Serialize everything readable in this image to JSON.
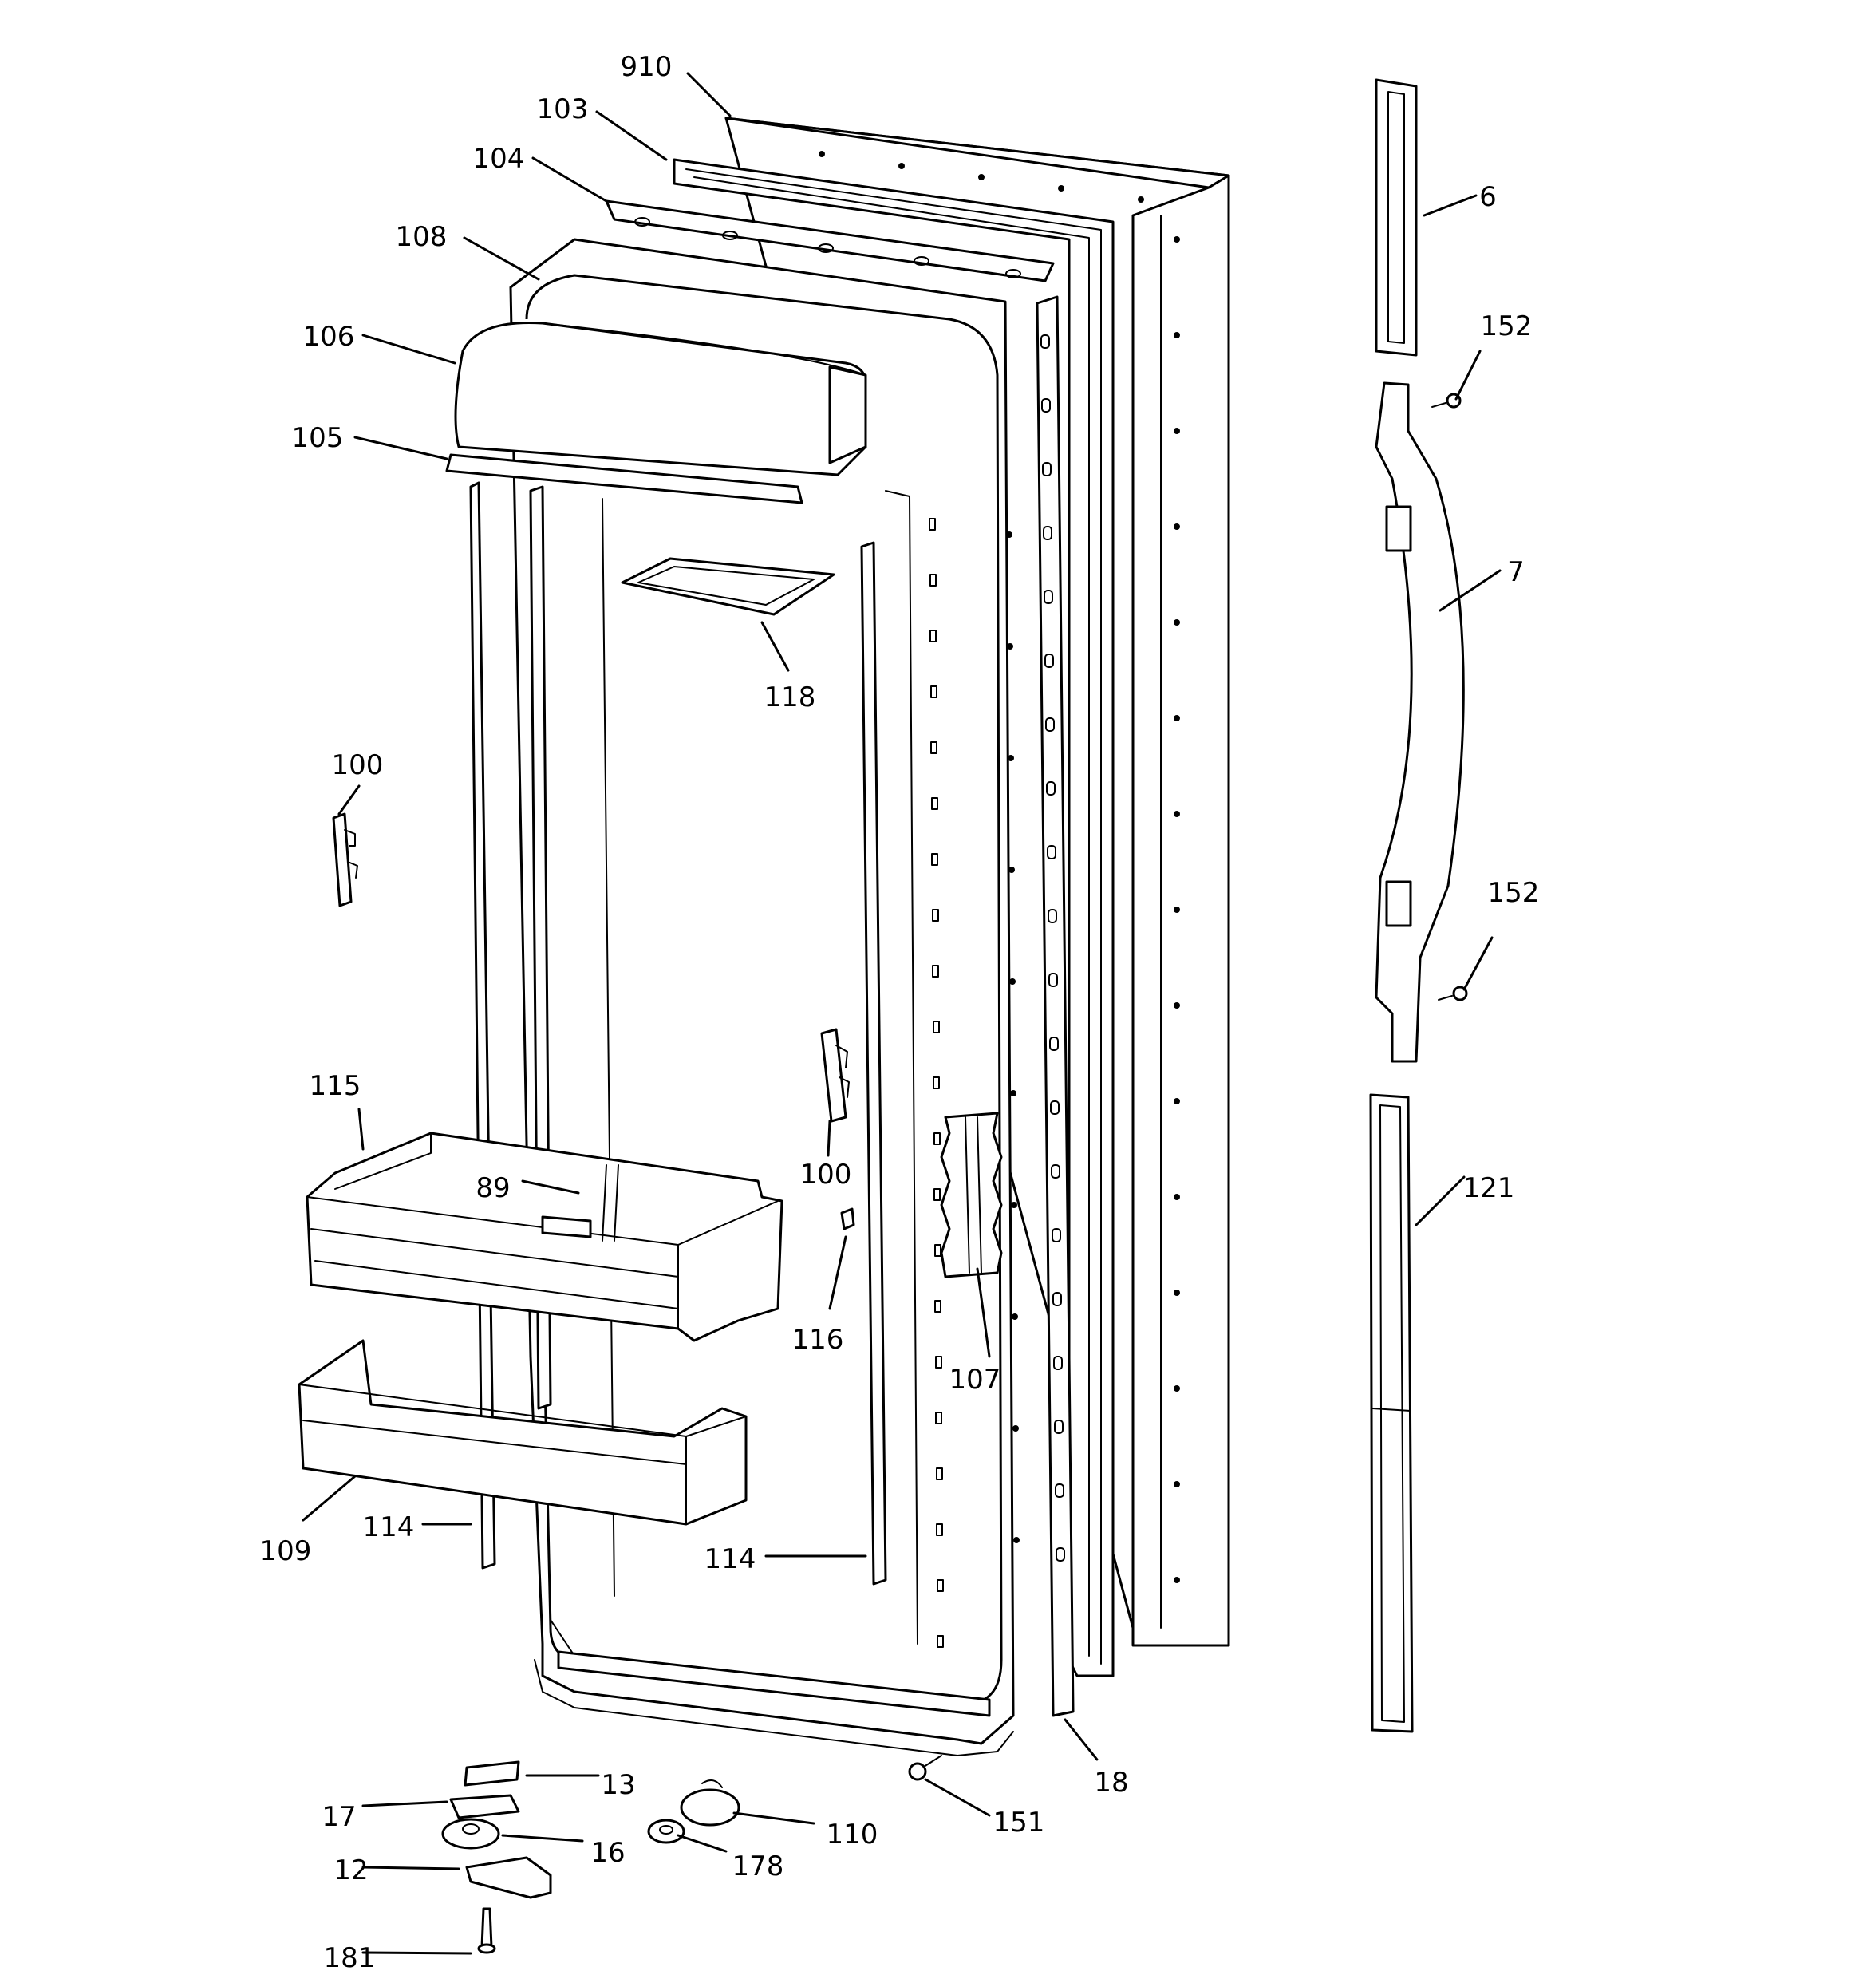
{
  "diagram": {
    "callouts": [
      "910",
      "103",
      "104",
      "108",
      "106",
      "105",
      "118",
      "100",
      "100",
      "115",
      "89",
      "116",
      "107",
      "109",
      "114",
      "114",
      "6",
      "152",
      "7",
      "152",
      "121",
      "13",
      "17",
      "16",
      "12",
      "181",
      "110",
      "178",
      "151",
      "18"
    ]
  }
}
